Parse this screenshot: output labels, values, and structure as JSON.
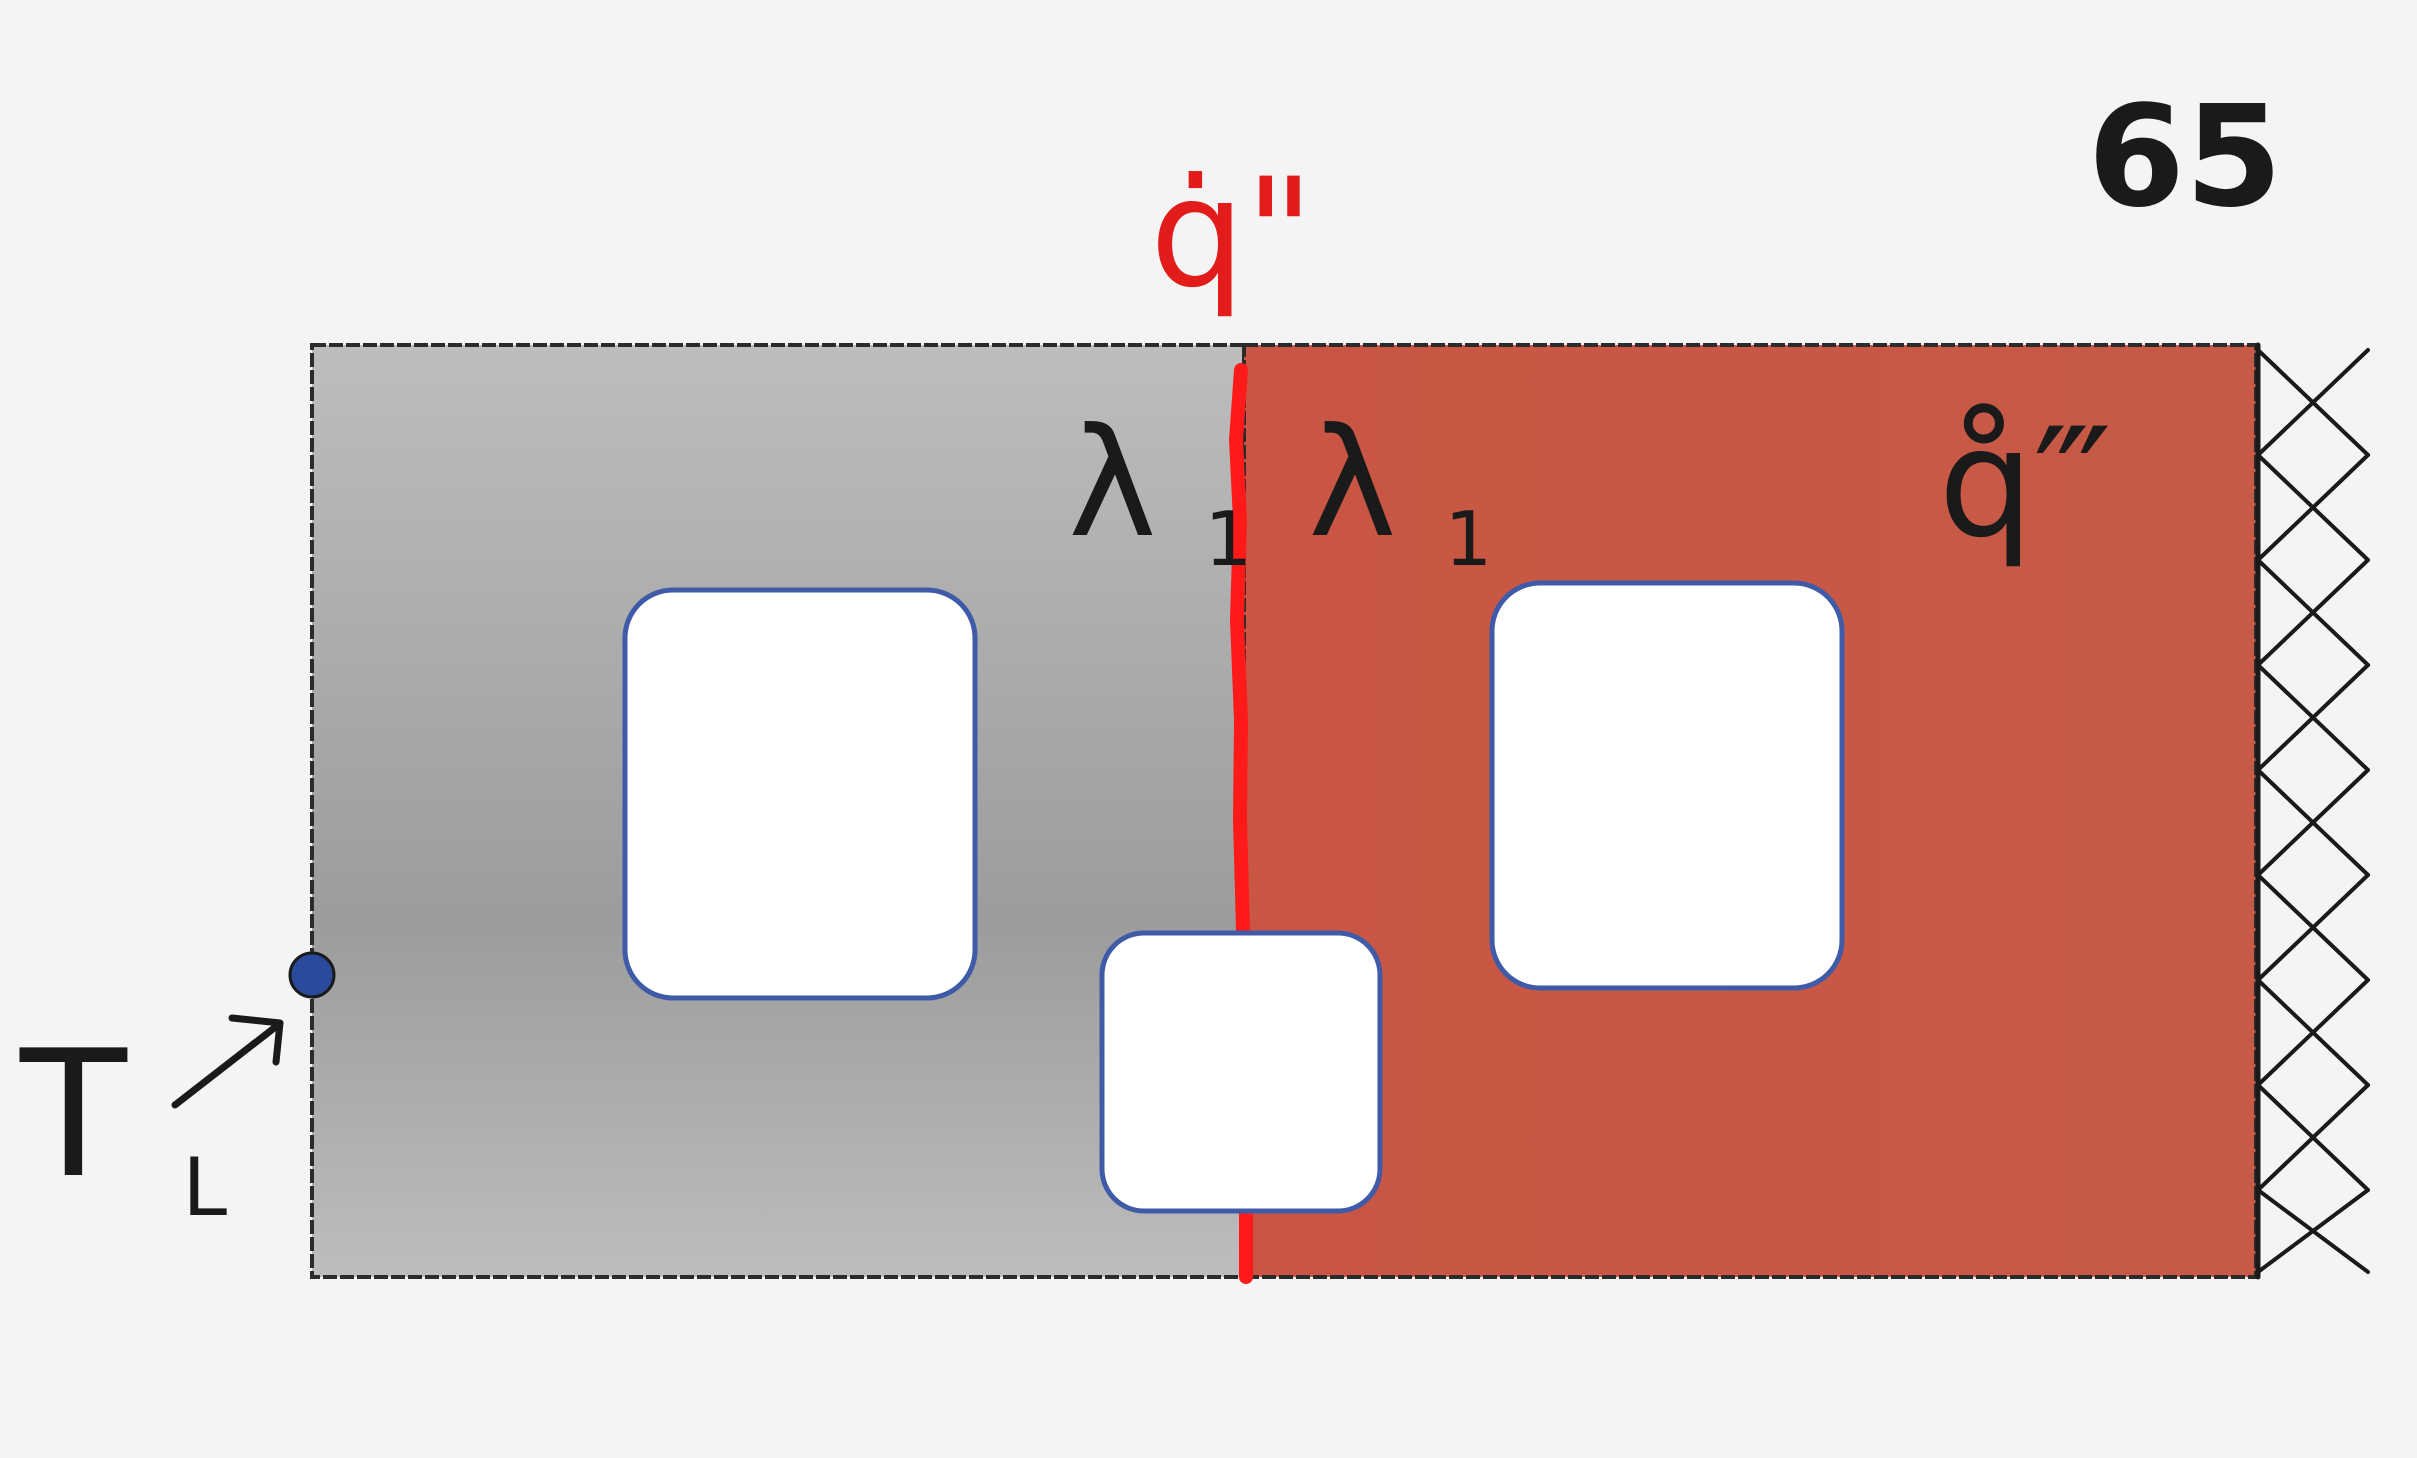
{
  "problem_number": "65",
  "labels": {
    "heat_flux": "q̇\"",
    "heat_generation": "q̊‴",
    "conductivity_left_symbol": "λ",
    "conductivity_left_subscript": "1",
    "conductivity_right_symbol": "λ",
    "conductivity_right_subscript": "1",
    "left_temperature_symbol": "T",
    "left_temperature_subscript": "L"
  },
  "colors": {
    "background": "#f4f4f4",
    "left_domain": "#b8b8b8",
    "right_domain": "#c85a45",
    "interface_line": "#ff1a1a",
    "hole_border": "#3f5ba8",
    "hole_fill": "#ffffff",
    "node": "#2a4a9e",
    "ink": "#1a1a1a",
    "flux_label": "#e21b1b"
  },
  "icons": {
    "right_boundary": "insulated-boundary-hatch-icon",
    "left_node": "temperature-node-icon",
    "pointer": "arrow-icon"
  }
}
